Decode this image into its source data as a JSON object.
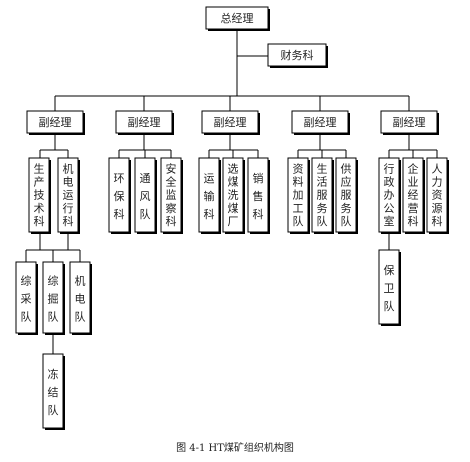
{
  "diagram": {
    "root": {
      "label": "总经理"
    },
    "staff": {
      "label": "财务科"
    },
    "branches": [
      {
        "label": "副经理",
        "children": [
          {
            "label": "生产技术科",
            "children": [
              {
                "label": "综采队"
              },
              {
                "label": "综掘队",
                "children": [
                  {
                    "label": "冻结队"
                  }
                ]
              }
            ]
          },
          {
            "label": "机电运行科",
            "children": [
              {
                "label": "机电队"
              }
            ]
          }
        ]
      },
      {
        "label": "副经理",
        "children": [
          {
            "label": "环保科"
          },
          {
            "label": "通风队"
          },
          {
            "label": "安全监察科"
          }
        ]
      },
      {
        "label": "副经理",
        "children": [
          {
            "label": "运输科"
          },
          {
            "label": "选煤洗煤厂"
          },
          {
            "label": "销售科"
          }
        ]
      },
      {
        "label": "副经理",
        "children": [
          {
            "label": "资料加工队"
          },
          {
            "label": "生活服务队"
          },
          {
            "label": "供应服务队"
          }
        ]
      },
      {
        "label": "副经理",
        "children": [
          {
            "label": "行政办公室",
            "children": [
              {
                "label": "保卫队"
              }
            ]
          },
          {
            "label": "企业经营科"
          },
          {
            "label": "人力资源科"
          }
        ]
      }
    ]
  },
  "caption": "图 4-1  HT煤矿组织机构图"
}
